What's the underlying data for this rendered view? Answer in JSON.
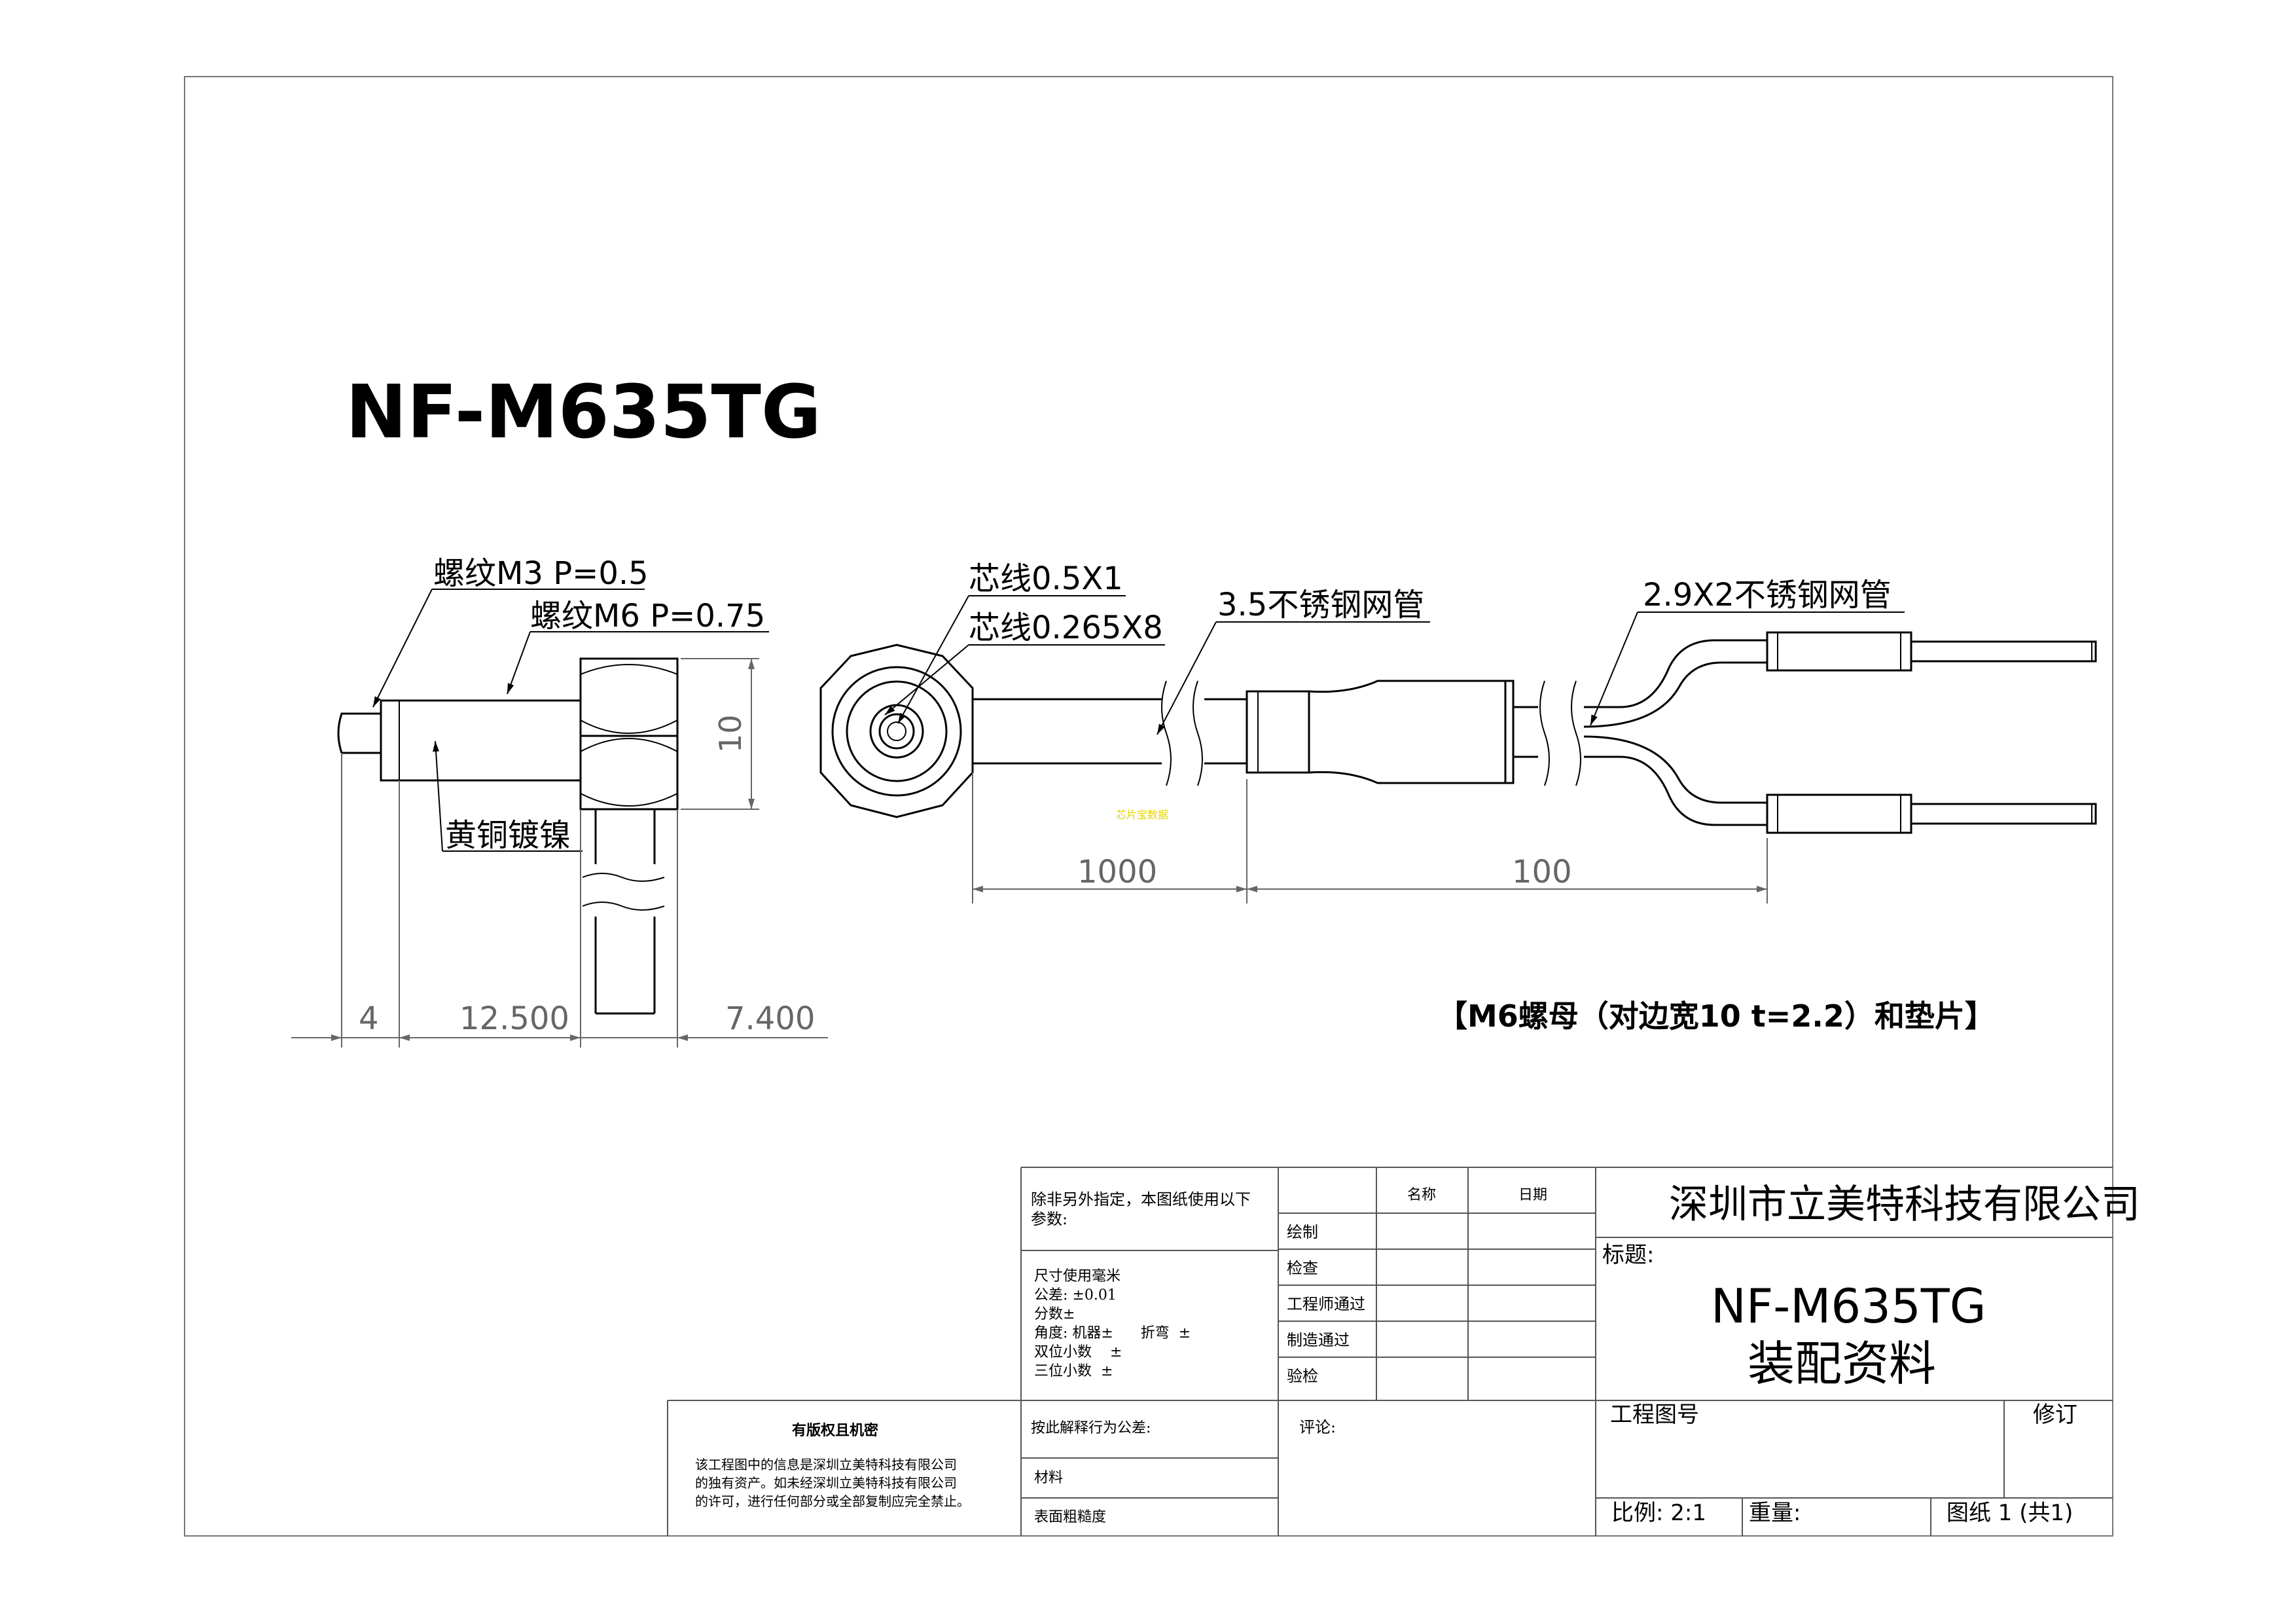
{
  "title": "NF-M635TG",
  "annotations": {
    "thread_m3": "螺纹M3 P=0.5",
    "thread_m6": "螺纹M6 P=0.75",
    "brass": "黄铜镀镍",
    "core_1": "芯线0.5X1",
    "core_2": "芯线0.265X8",
    "tube_35": "3.5不锈钢网管",
    "tube_29": "2.9X2不锈钢网管",
    "nut_note": "【M6螺母（对边宽10 t=2.2）和垫片】",
    "watermark": "芯片宝数据"
  },
  "dimensions": {
    "height": "10",
    "d_4": "4",
    "d_12500": "12.500",
    "d_7400": "7.400",
    "d_1000": "1000",
    "d_100": "100"
  },
  "title_block": {
    "notes_head": [
      "除非另外指定，本图纸使用以下",
      "参数:"
    ],
    "notes_body": [
      "尺寸使用毫米",
      "公差: ±0.01",
      "分数±",
      "角度: 机器±      折弯  ±",
      "双位小数    ±",
      "三位小数  ±"
    ],
    "col_name": "名称",
    "col_date": "日期",
    "roles": [
      "绘制",
      "检查",
      "工程师通过",
      "制造通过",
      "验检"
    ],
    "copyright_head": "有版权且机密",
    "copyright_body": [
      "该工程图中的信息是深圳立美特科技有限公司",
      "的独有资产。如未经深圳立美特科技有限公司",
      "的许可，进行任何部分或全部复制应完全禁止。"
    ],
    "interpret": "按此解释行为公差:",
    "material": "材料",
    "surface": "表面粗糙度",
    "comment": "评论:",
    "company": "深圳市立美特科技有限公司",
    "title_label": "标题:",
    "part_no": "NF-M635TG",
    "doc_type": "装配资料",
    "dwg_no_label": "工程图号",
    "rev_label": "修订",
    "scale": "比例: 2:1",
    "weight": "重量:",
    "sheet": "图纸 1 (共1)"
  }
}
